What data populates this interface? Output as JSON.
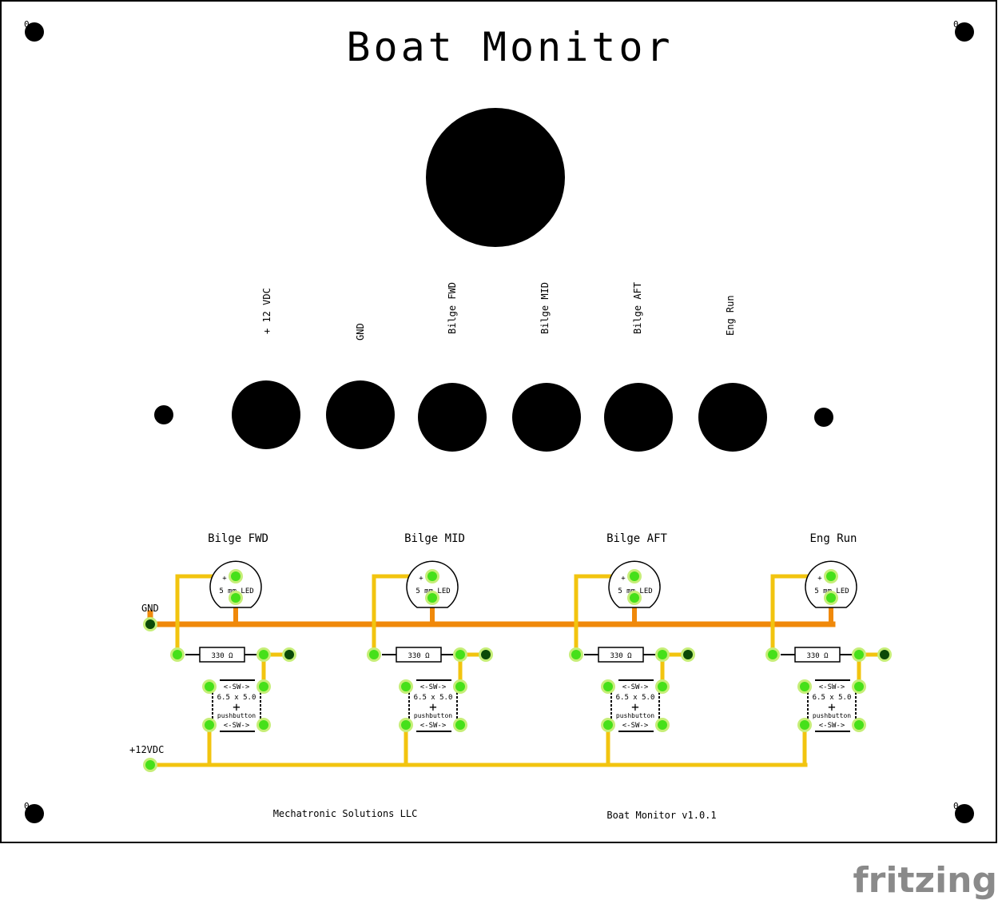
{
  "board": {
    "title": "Boat Monitor",
    "company": "Mechatronic Solutions LLC",
    "version": "Boat Monitor v1.0.1",
    "corner_mark": "0"
  },
  "hole_labels": [
    "+ 12 VDC",
    "GND",
    "Bilge FWD",
    "Bilge MID",
    "Bilge AFT",
    "Eng Run"
  ],
  "rail_labels": {
    "gnd": "GND",
    "vdc": "+12VDC"
  },
  "channels": [
    {
      "title": "Bilge FWD",
      "led_label": "5 mm LED",
      "resistor_label": "330 Ω"
    },
    {
      "title": "Bilge MID",
      "led_label": "5 mm LED",
      "resistor_label": "330 Ω"
    },
    {
      "title": "Bilge AFT",
      "led_label": "5 mm LED",
      "resistor_label": "330 Ω"
    },
    {
      "title": "Eng Run",
      "led_label": "5 mm LED",
      "resistor_label": "330 Ω"
    }
  ],
  "button": {
    "sw_label": "<-SW->",
    "size_label": "6.5 x 5.0",
    "plus_label": "+",
    "type_label": "pushbutton"
  },
  "led_plus": "+",
  "watermark": "fritzing",
  "colors": {
    "trace_yellow": "#f2c40f",
    "trace_orange": "#f0890a",
    "pad_green": "#46e01a",
    "pad_ring": "#c6ee78",
    "pad_dark": "#0b4a08",
    "watermark": "#8a8a8a"
  }
}
